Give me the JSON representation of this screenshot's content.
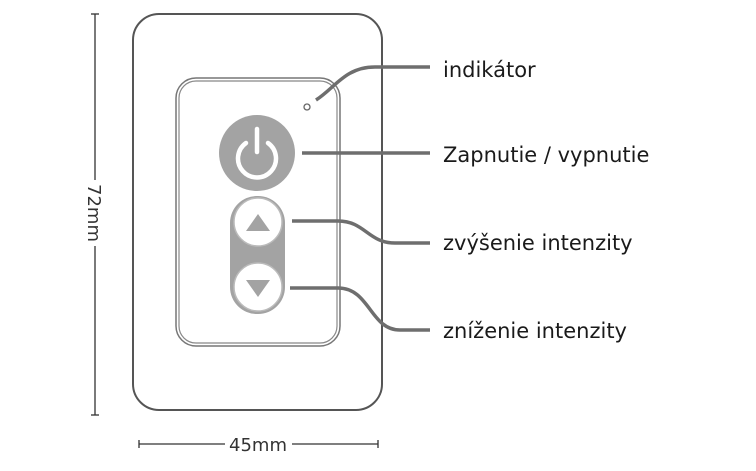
{
  "labels": {
    "indicator": "indikátor",
    "power": "Zapnutie / vypnutie",
    "increase": "zvýšenie intenzity",
    "decrease": "zníženie intenzity"
  },
  "dimensions": {
    "height": "72mm",
    "width": "45mm"
  },
  "icons": {
    "power": "power-icon",
    "up": "triangle-up-icon",
    "down": "triangle-down-icon",
    "indicator": "led-dot-icon"
  },
  "colors": {
    "button_gray": "#a3a3a3",
    "outline": "#555555",
    "leader": "#6e6e6e"
  }
}
